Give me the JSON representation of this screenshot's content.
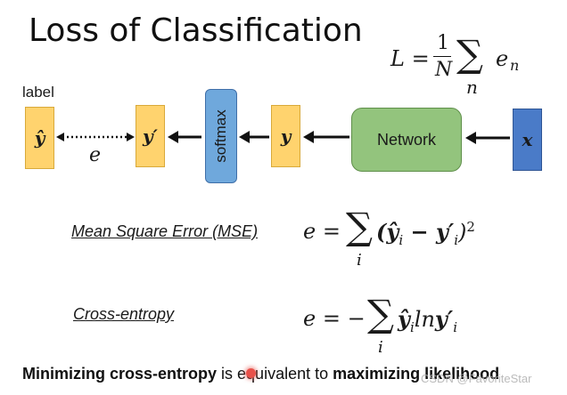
{
  "slide": {
    "title": "Loss of Classification",
    "label_text": "label",
    "softmax_label": "softmax",
    "network_label": "Network",
    "e_symbol": "e",
    "y_hat": "ŷ",
    "y_prime": "y′",
    "y": "y",
    "x": "x",
    "loss_formula": {
      "lhs": "L =",
      "numerator": "1",
      "denominator": "N",
      "sum": "∑",
      "sum_index": "n",
      "term": "e",
      "term_sub": "n"
    },
    "mse": {
      "label": "Mean Square Error (MSE)",
      "lhs": "e =",
      "sum": "∑",
      "index": "i",
      "body": "(ŷ",
      "sub_i": "i",
      "minus": " − y′",
      "sub_i2": "i",
      "close": ")",
      "power": "2"
    },
    "cross_entropy": {
      "label": "Cross-entropy",
      "lhs": "e = −",
      "sum": "∑",
      "index": "i",
      "yhat": "ŷ",
      "sub_i": "i",
      "ln": "ln",
      "yprime": "y′",
      "sub_i2": "i"
    },
    "footer": {
      "bold1": "Minimizing cross-entropy",
      "mid": " is equivalent to ",
      "bold2": "maximizing likelihood"
    },
    "watermark": "CSDN @FavoriteStar"
  },
  "colors": {
    "yellow_box": "#ffd36e",
    "softmax_box": "#6fa8dc",
    "network_box": "#93c47d",
    "x_box": "#4a7bc8",
    "cursor_dot": "#e8514a"
  }
}
